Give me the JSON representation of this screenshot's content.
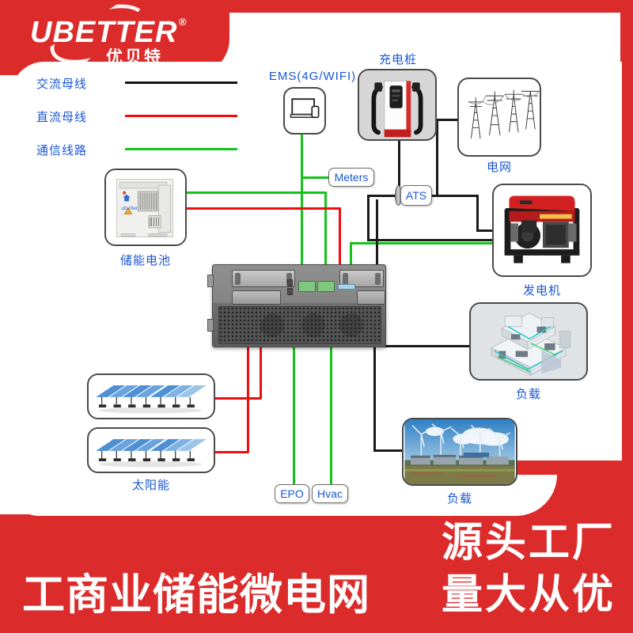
{
  "brand": {
    "name": "UBETTER",
    "registered": "®",
    "name_cn": "优贝特"
  },
  "legend": {
    "items": [
      {
        "label": "交流母线",
        "color": "#161616",
        "icon": "ac-bus-line"
      },
      {
        "label": "直流母线",
        "color": "#ef0d0d",
        "icon": "dc-bus-line"
      },
      {
        "label": "通信线路",
        "color": "#15c31a",
        "icon": "comm-line"
      }
    ]
  },
  "nodes": {
    "ems": {
      "label": "EMS(4G/WIFI)",
      "icon": "laptop-phone-icon"
    },
    "charger": {
      "label": "充电桩",
      "icon": "ev-charger-icon"
    },
    "grid": {
      "label": "电网",
      "icon": "transmission-tower-icon"
    },
    "generator": {
      "label": "发电机",
      "icon": "diesel-generator-icon"
    },
    "load_building": {
      "label": "负载",
      "icon": "smart-home-icon"
    },
    "load_wind": {
      "label": "负载",
      "icon": "wind-farm-icon"
    },
    "battery": {
      "label": "储能电池",
      "icon": "battery-cabinet-icon"
    },
    "solar": {
      "label": "太阳能",
      "icon": "solar-panel-icon"
    },
    "pcs": {
      "label": "",
      "icon": "pcs-rack-icon"
    }
  },
  "pills": {
    "meters": "Meters",
    "ats": "ATS",
    "epo": "EPO",
    "hvac": "Hvac"
  },
  "banner": {
    "left": "工商业储能微电网",
    "right_line1": "源头工厂",
    "right_line2": "量大从优"
  },
  "colors": {
    "brand_red": "#dc2b2b",
    "label_blue": "#1a57d6",
    "ac_black": "#161616",
    "dc_red": "#ef0d0d",
    "comm_green": "#15c31a"
  }
}
